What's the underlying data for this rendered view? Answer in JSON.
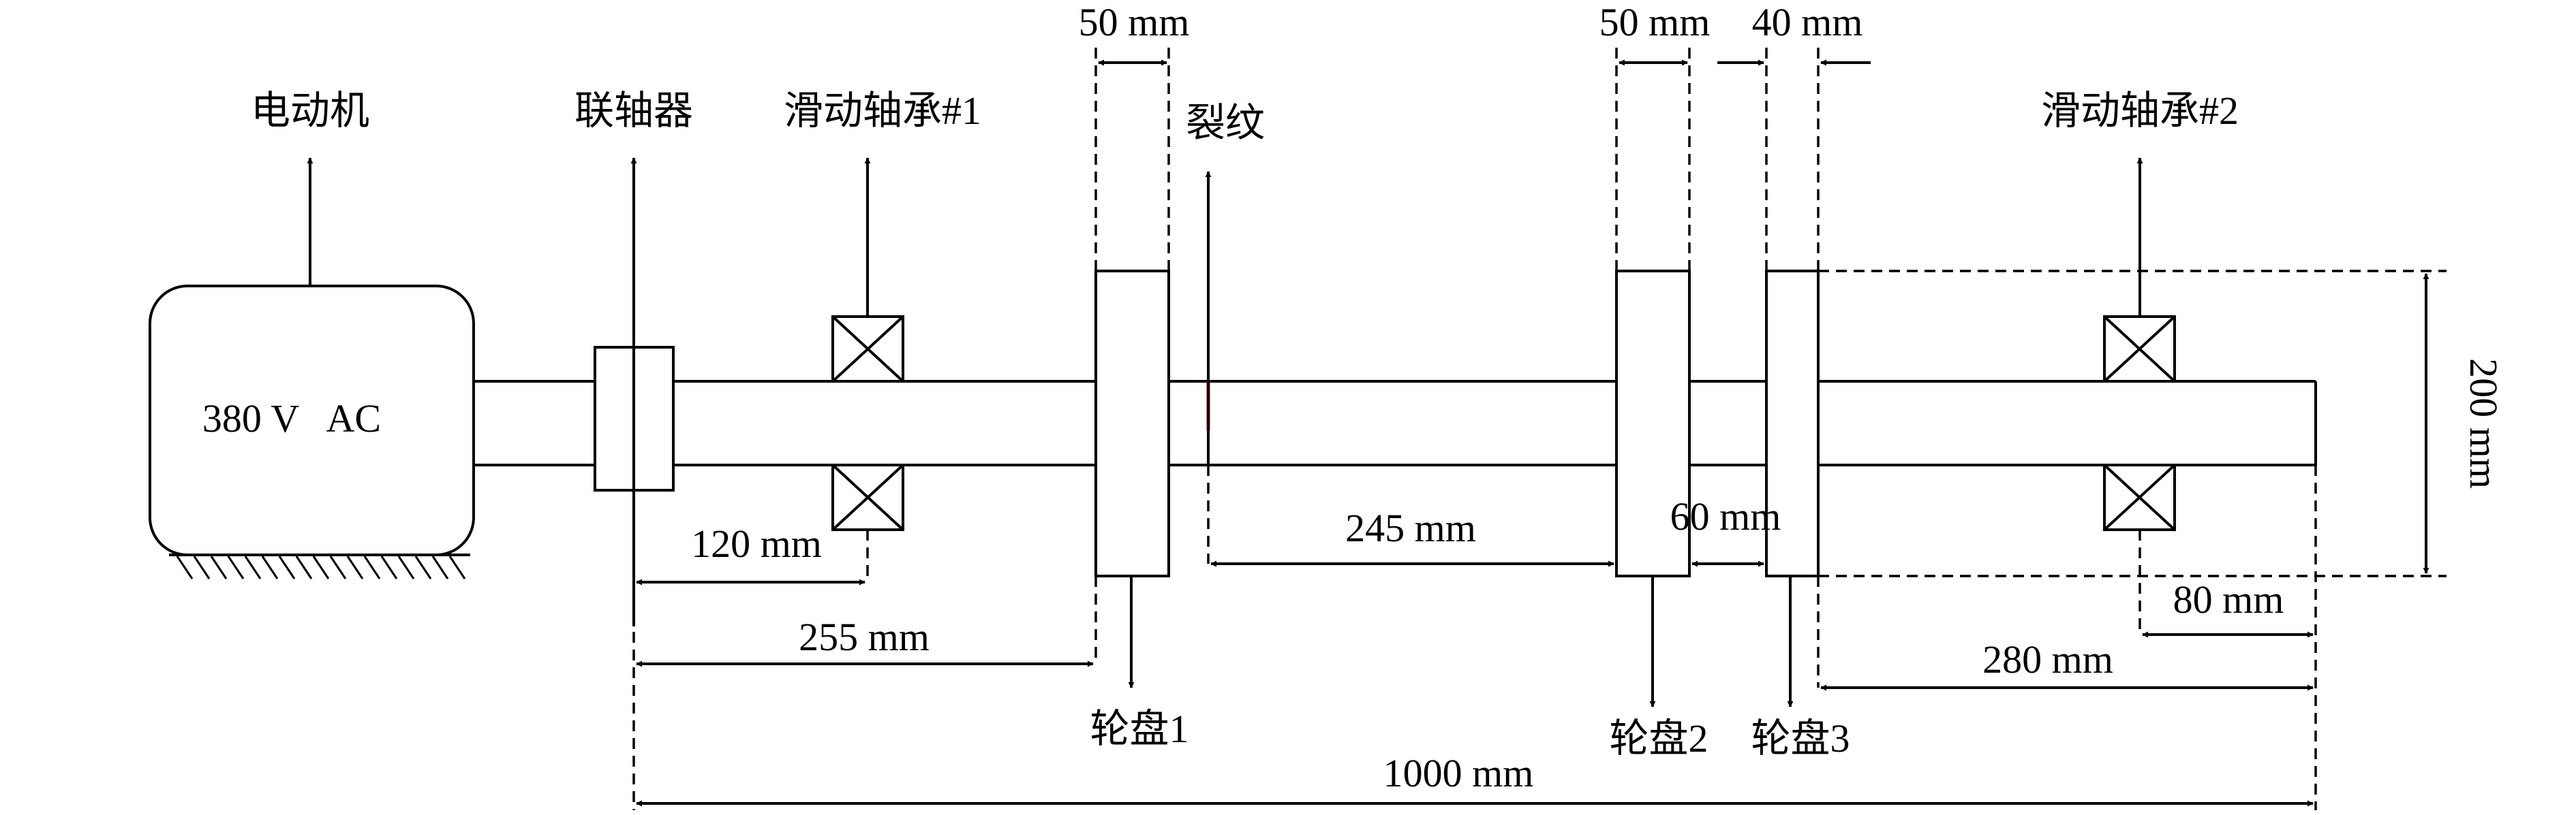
{
  "labels": {
    "motor": "电动机",
    "coupling": "联轴器",
    "bearing1": "滑动轴承#1",
    "crack": "裂纹",
    "bearing2": "滑动轴承#2",
    "disk1": "轮盘1",
    "disk2": "轮盘2",
    "disk3": "轮盘3",
    "motor_spec": "380 V   AC"
  },
  "dimensions": {
    "disk1_width": "50 mm",
    "disk2_width": "50 mm",
    "disk3_width": "40 mm",
    "coupling_to_bearing1": "120 mm",
    "coupling_to_disk1": "255 mm",
    "crack_to_disk2": "245 mm",
    "disk2_to_disk3": "60 mm",
    "bearing2_to_end": "80 mm",
    "disk3_to_end": "280 mm",
    "total_length": "1000 mm",
    "disk_diameter": "200 mm"
  },
  "colors": {
    "line": "#000000",
    "crack": "#e00000",
    "background": "#ffffff"
  }
}
